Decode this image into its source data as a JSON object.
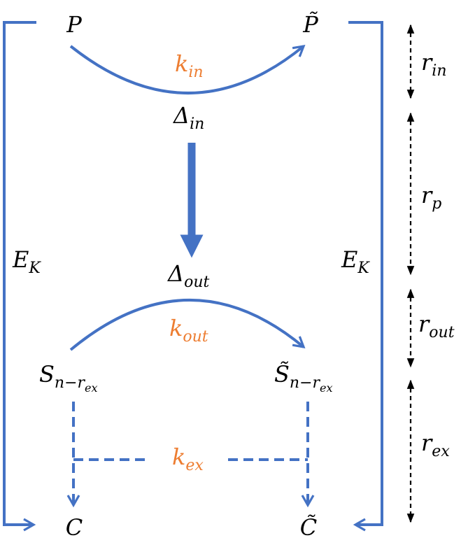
{
  "colors": {
    "blue": "#4472C4",
    "orange": "#ED7D31",
    "black": "#000000"
  },
  "nodes": {
    "P": {
      "main": "P",
      "sub": ""
    },
    "P_tilde": {
      "main": "P̃",
      "sub": ""
    },
    "Delta_in": {
      "main": "Δ",
      "sub": "in"
    },
    "Delta_out": {
      "main": "Δ",
      "sub": "out"
    },
    "S": {
      "main": "S",
      "sub": "n−r",
      "subsub": "ex"
    },
    "S_tilde": {
      "main": "S̃",
      "sub": "n−r",
      "subsub": "ex"
    },
    "C": {
      "main": "C"
    },
    "C_tilde": {
      "main": "C̃"
    },
    "E_K_left": {
      "main": "E",
      "sub": "K"
    },
    "E_K_right": {
      "main": "E",
      "sub": "K"
    }
  },
  "keys": {
    "k_in": {
      "main": "k",
      "sub": "in"
    },
    "k_out": {
      "main": "k",
      "sub": "out"
    },
    "k_ex": {
      "main": "k",
      "sub": "ex"
    }
  },
  "rounds": [
    {
      "main": "r",
      "sub": "in"
    },
    {
      "main": "r",
      "sub": "p"
    },
    {
      "main": "r",
      "sub": "out"
    },
    {
      "main": "r",
      "sub": "ex"
    }
  ]
}
